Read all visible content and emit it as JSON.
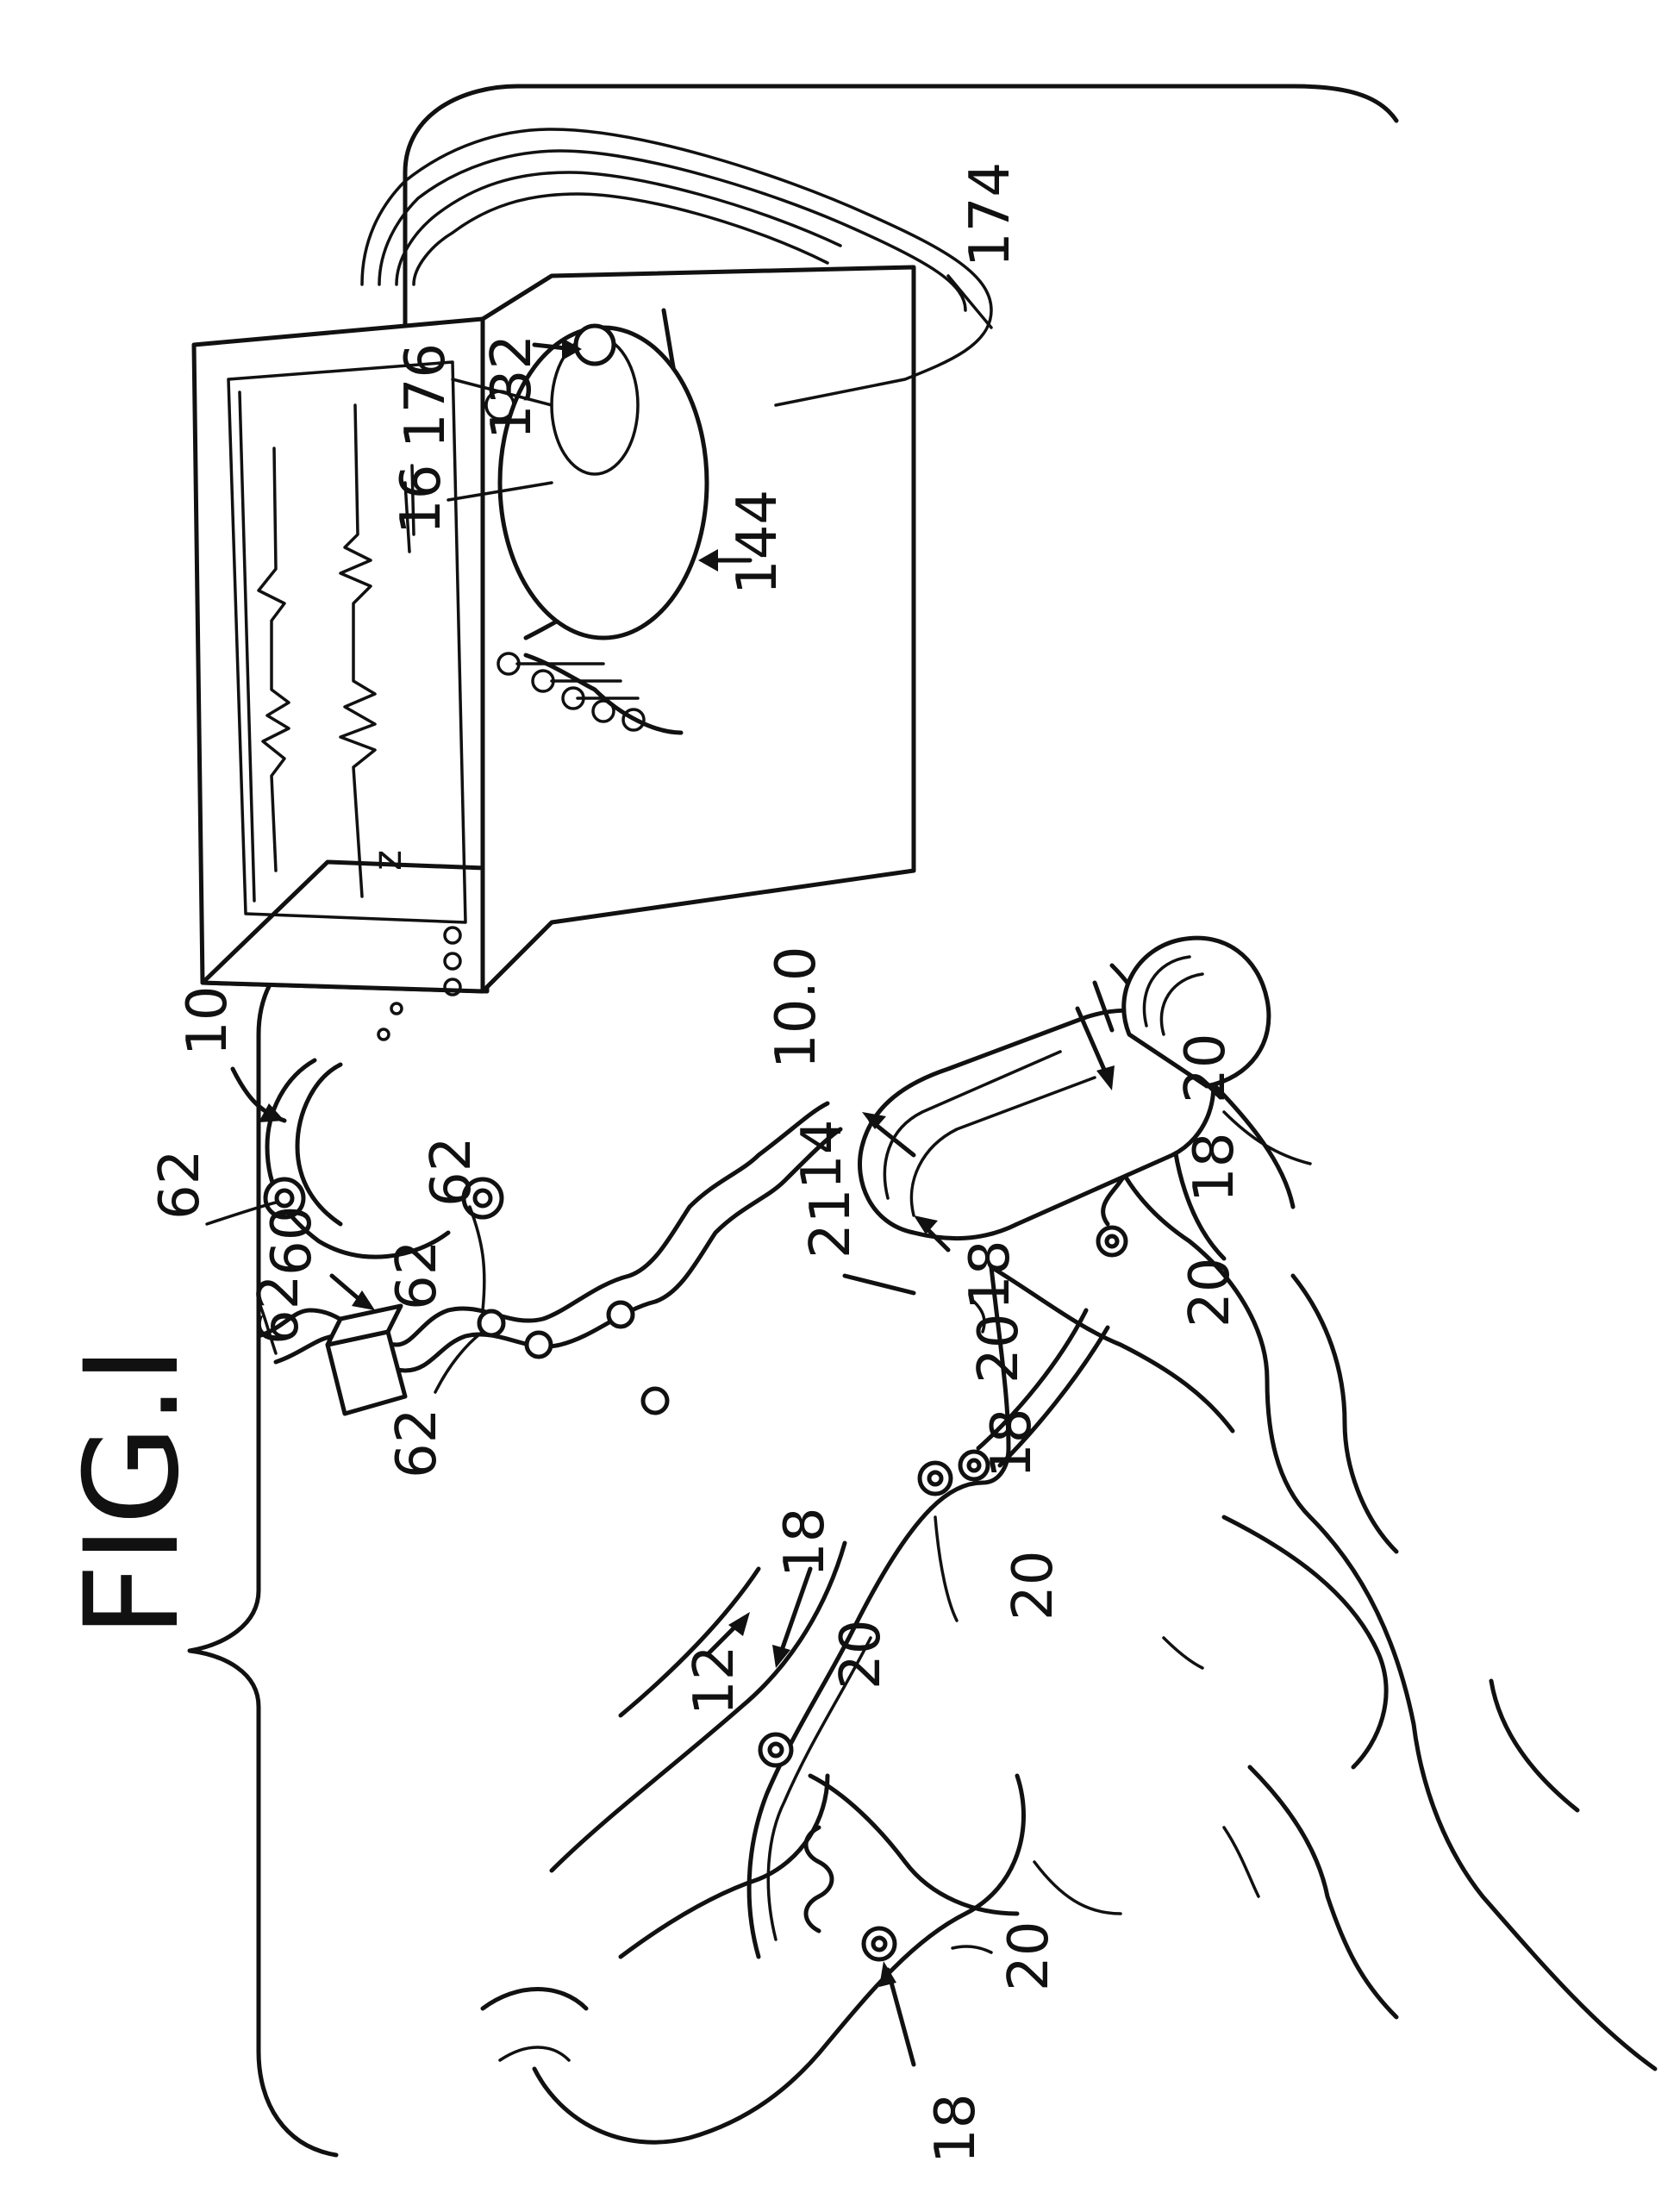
{
  "figure_title": "FIG.I",
  "labels": {
    "ref_10": "10",
    "ref_12": "12",
    "ref_14": "14",
    "ref_16": "16",
    "ref_18": "18",
    "ref_20": "20",
    "ref_21": "21",
    "ref_60": "60",
    "ref_62": "62",
    "ref_100": "10.0",
    "ref_132": "132",
    "ref_144": "144",
    "ref_174": "174",
    "ref_176": "176"
  },
  "screen_text": {
    "z_marker": "z"
  }
}
